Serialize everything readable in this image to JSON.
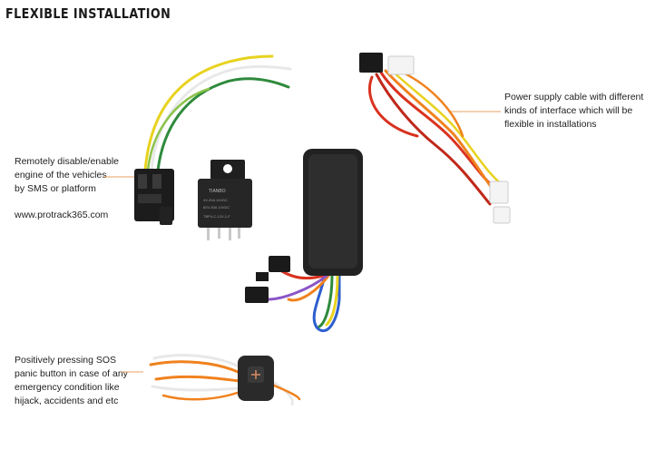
{
  "heading": "FLEXIBLE INSTALLATION",
  "captions": {
    "relay": [
      "Remotely disable/enable",
      "engine of the vehicles",
      "by SMS or platform"
    ],
    "website": "www.protrack365.com",
    "power_cable": [
      "Power supply cable with different",
      "kinds of interface which will be",
      "flexible in installations"
    ],
    "sos": [
      "Positively pressing SOS",
      "panic button in case of any",
      "emergency condition like",
      "hijack, accidents and etc"
    ]
  },
  "relay_label": {
    "brand": "TIANBO",
    "lines": [
      "4V-20A 14VDC",
      "80V-30A 14VDC",
      "TBP4-C-12V-1-F"
    ]
  },
  "colors": {
    "leader_line": "#e8a060",
    "tracker_body": "#222222",
    "wire_red": "#d9321f",
    "wire_orange": "#f0821e",
    "wire_yellow": "#e8d21e",
    "wire_green": "#2e8a3c",
    "wire_white": "#e8e8e8"
  }
}
